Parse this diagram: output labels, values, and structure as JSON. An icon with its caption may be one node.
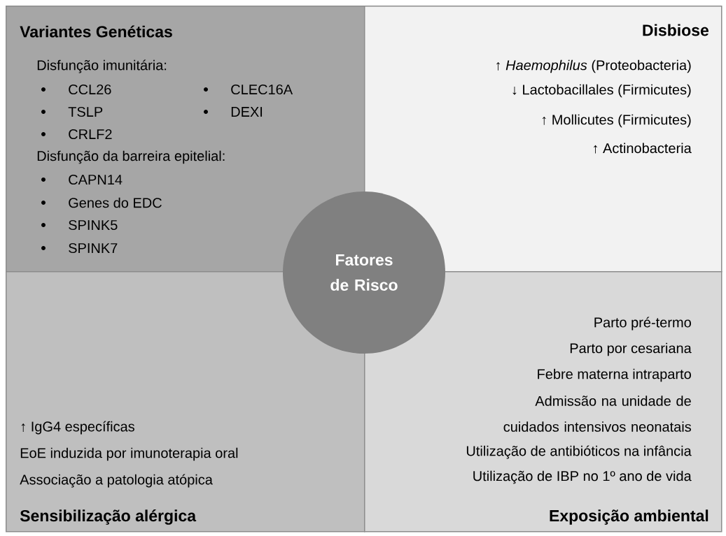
{
  "diagram": {
    "nodes": [
      {
        "text": [
          "Variantes Genéticas",
          "Disfunção imunitária:",
          "CCL26",
          "TSLP",
          "CRLF2",
          "CLEC16A",
          "DEXI",
          "Disfunção da barreira epitelial:",
          "CAPN14",
          "Genes do EDC",
          "SPINK5",
          "SPINK7"
        ]
      },
      {
        "text": [
          "Disbiose",
          "↑ *Haemophilus* (Proteobacteria)",
          "↓ Lactobacillales (Firmicutes)",
          "↑ Mollicutes (Firmicutes)",
          "↑ Actinobacteria"
        ]
      },
      {
        "text": [
          "Fatores de Risco"
        ]
      },
      {
        "text": [
          "↑ IgG4 específicas",
          "EoE induzida por imunoterapia oral",
          "Associação a patologia atópica",
          "Sensibilização alérgica"
        ]
      },
      {
        "text": [
          "Parto pré-termo",
          "Parto por cesariana",
          "Febre materna intraparto",
          "Admissão na unidade de cuidados intensivos neonatais",
          "Utilização de antibióticos na infância",
          "Utilização de IBP no 1º ano de vida",
          "Exposição ambiental"
        ]
      }
    ]
  }
}
